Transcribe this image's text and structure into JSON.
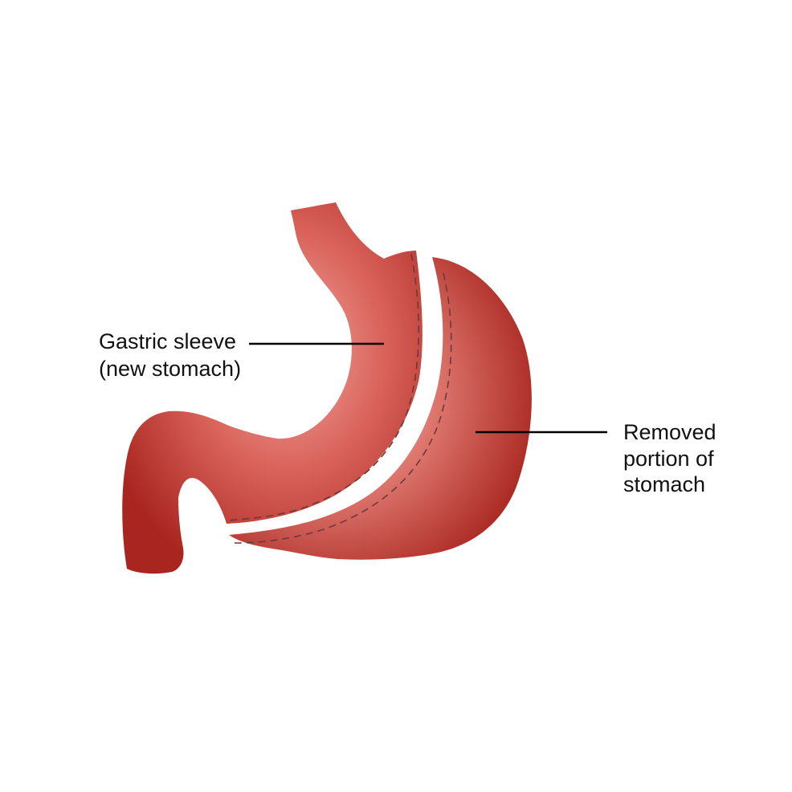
{
  "labels": {
    "sleeve": {
      "line1": "Gastric sleeve",
      "line2": "(new stomach)"
    },
    "removed": {
      "line1": "Removed",
      "line2": "portion of",
      "line3": "stomach"
    }
  },
  "colors": {
    "tissue_light": "#f2aaa4",
    "tissue_mid": "#d9625a",
    "tissue_dark": "#a8261f",
    "suture_line": "#6b3a3a",
    "leader_line": "#000000",
    "background": "#ffffff"
  }
}
